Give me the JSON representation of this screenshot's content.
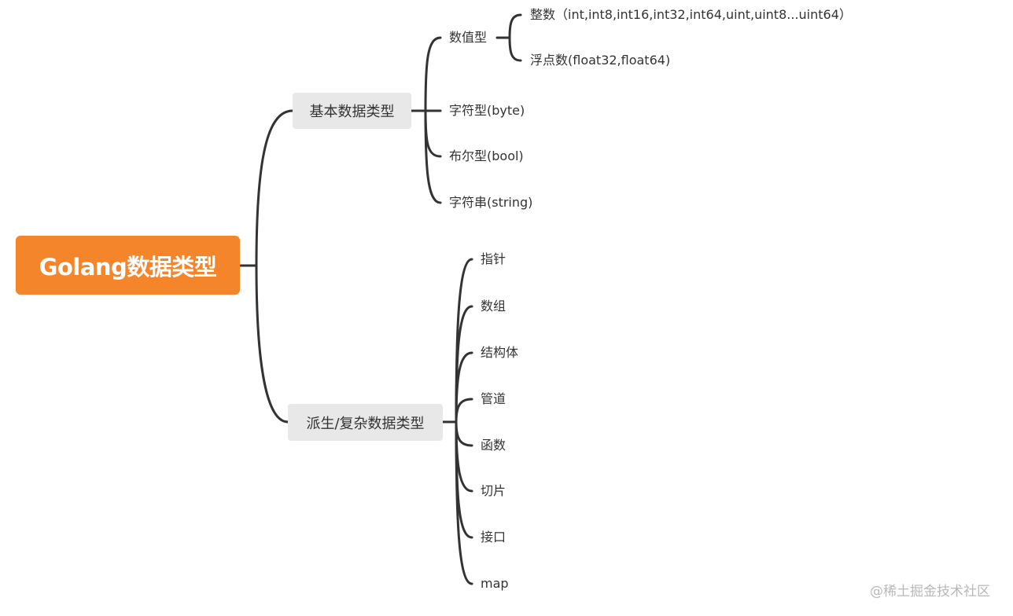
{
  "root": {
    "label": "Golang数据类型",
    "color": "#f5852a"
  },
  "basic": {
    "label": "基本数据类型",
    "numeric": {
      "label": "数值型",
      "integer": "整数（int,int8,int16,int32,int64,uint,uint8...uint64）",
      "float": "浮点数(float32,float64)"
    },
    "byte": "字符型(byte)",
    "bool": "布尔型(bool)",
    "string": "字符串(string)"
  },
  "derived": {
    "label": "派生/复杂数据类型",
    "items": [
      "指针",
      "数组",
      "结构体",
      "管道",
      "函数",
      "切片",
      "接口",
      "map"
    ]
  },
  "watermark": "@稀土掘金技术社区"
}
